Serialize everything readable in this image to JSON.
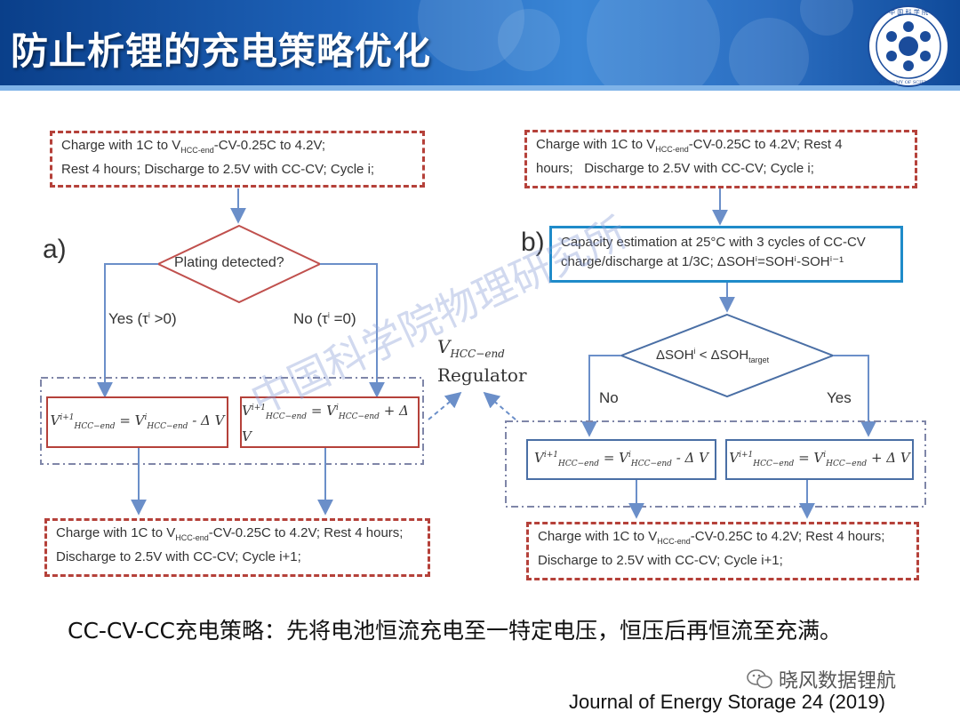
{
  "header": {
    "title": "防止析锂的充电策略优化",
    "logo_text": "中国科学院 CHINESE ACADEMY OF SCIENCES"
  },
  "diagram": {
    "panel_a": {
      "label": "a)",
      "top_box": [
        "Charge with 1C to V_HCC-end-CV-0.25C to 4.2V;",
        "Rest 4 hours; Discharge to 2.5V with CC-CV; Cycle i;"
      ],
      "decision": "Plating detected?",
      "yes_branch": "Yes (τⁱ >0)",
      "no_branch": "No (τⁱ =0)",
      "left_formula": "V_HCC−end^(i+1) = V_HCC−end^i - Δ V",
      "right_formula": "V_HCC−end^(i+1) = V_HCC−end^i + Δ V",
      "bottom_box": [
        "Charge with 1C to V_HCC-end-CV-0.25C to 4.2V; Rest 4 hours;",
        "Discharge to 2.5V with CC-CV; Cycle i+1;"
      ]
    },
    "panel_b": {
      "label": "b)",
      "top_box": [
        "Charge with 1C to V_HCC-end-CV-0.25C to 4.2V; Rest 4",
        "hours;   Discharge to 2.5V with CC-CV; Cycle i;"
      ],
      "estimation_box": [
        "Capacity estimation at 25°C with 3 cycles of CC-CV",
        "charge/discharge at 1/3C; ΔSOHⁱ=SOHⁱ-SOHⁱ⁻¹"
      ],
      "decision": "ΔSOHⁱ < ΔSOH_target",
      "no_branch": "No",
      "yes_branch": "Yes",
      "left_formula": "V_HCC−end^(i+1) = V_HCC−end^i - Δ V",
      "right_formula": "V_HCC−end^(i+1) = V_HCC−end^i + Δ V",
      "bottom_box": [
        "Charge with 1C to V_HCC-end-CV-0.25C to 4.2V; Rest 4 hours;",
        "Discharge to 2.5V with CC-CV; Cycle i+1;"
      ]
    },
    "regulator": {
      "symbol": "V",
      "subscript": "HCC−end",
      "word": "Regulator"
    },
    "watermark": "中国科学院物理研究所"
  },
  "caption": "CC-CV-CC充电策略：先将电池恒流充电至一特定电压，恒压后再恒流至充满。",
  "wechat_label": "晓风数据锂航",
  "citation": "Journal of Energy Storage 24 (2019)",
  "colors": {
    "red": "#b5413a",
    "blue_line": "#6b8fc9",
    "cyan": "#1f8bc9",
    "header_blue": "#1e62b8"
  }
}
